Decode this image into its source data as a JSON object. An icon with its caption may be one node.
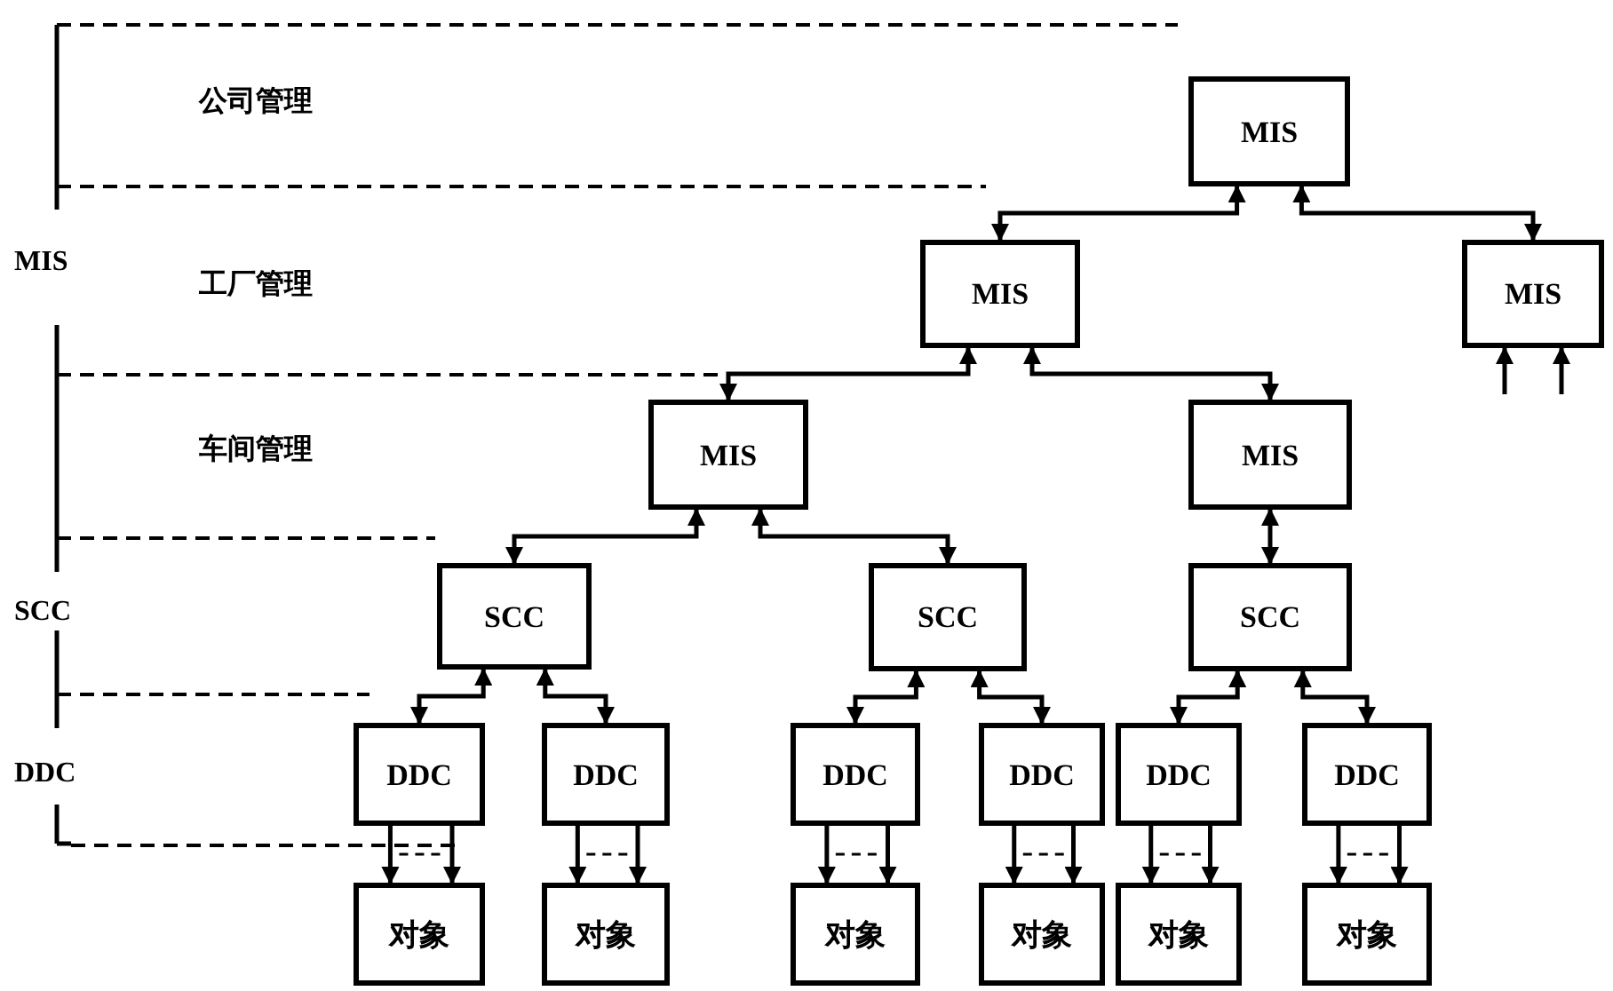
{
  "diagram": {
    "nodes": [
      {
        "text": [
          "MIS"
        ]
      },
      {
        "text": [
          "MIS"
        ]
      },
      {
        "text": [
          "MIS"
        ]
      },
      {
        "text": [
          "MIS"
        ]
      },
      {
        "text": [
          "MIS"
        ]
      },
      {
        "text": [
          "SCC"
        ]
      },
      {
        "text": [
          "SCC"
        ]
      },
      {
        "text": [
          "SCC"
        ]
      },
      {
        "text": [
          "DDC"
        ]
      },
      {
        "text": [
          "DDC"
        ]
      },
      {
        "text": [
          "DDC"
        ]
      },
      {
        "text": [
          "DDC"
        ]
      },
      {
        "text": [
          "DDC"
        ]
      },
      {
        "text": [
          "DDC"
        ]
      },
      {
        "text": [
          "对象"
        ]
      },
      {
        "text": [
          "对象"
        ]
      },
      {
        "text": [
          "对象"
        ]
      },
      {
        "text": [
          "对象"
        ]
      },
      {
        "text": [
          "对象"
        ]
      },
      {
        "text": [
          "对象"
        ]
      }
    ],
    "edges": [
      {
        "from": 0,
        "to": 1,
        "arrow": "both"
      },
      {
        "from": 0,
        "to": 2,
        "arrow": "both"
      },
      {
        "from": 1,
        "to": 3,
        "arrow": "both"
      },
      {
        "from": 1,
        "to": 4,
        "arrow": "both"
      },
      {
        "from": 3,
        "to": 5,
        "arrow": "both"
      },
      {
        "from": 3,
        "to": 6,
        "arrow": "both"
      },
      {
        "from": 4,
        "to": 7,
        "arrow": "both"
      },
      {
        "from": 5,
        "to": 8,
        "arrow": "both"
      },
      {
        "from": 5,
        "to": 9,
        "arrow": "both"
      },
      {
        "from": 6,
        "to": 10,
        "arrow": "both"
      },
      {
        "from": 6,
        "to": 11,
        "arrow": "both"
      },
      {
        "from": 7,
        "to": 12,
        "arrow": "both"
      },
      {
        "from": 7,
        "to": 13,
        "arrow": "both"
      },
      {
        "from": 8,
        "to": 14,
        "arrow": "to"
      },
      {
        "from": 8,
        "to": 14,
        "arrow": "to"
      },
      {
        "from": 9,
        "to": 15,
        "arrow": "to"
      },
      {
        "from": 9,
        "to": 15,
        "arrow": "to"
      },
      {
        "from": 10,
        "to": 16,
        "arrow": "to"
      },
      {
        "from": 10,
        "to": 16,
        "arrow": "to"
      },
      {
        "from": 11,
        "to": 17,
        "arrow": "to"
      },
      {
        "from": 11,
        "to": 17,
        "arrow": "to"
      },
      {
        "from": 12,
        "to": 18,
        "arrow": "to"
      },
      {
        "from": 12,
        "to": 18,
        "arrow": "to"
      },
      {
        "from": 13,
        "to": 19,
        "arrow": "to"
      },
      {
        "from": 13,
        "to": 19,
        "arrow": "to"
      },
      {
        "from": null,
        "to": 2,
        "arrow": "to"
      },
      {
        "from": null,
        "to": 2,
        "arrow": "to"
      }
    ],
    "labels": [
      "公司管理",
      "MIS",
      "工厂管理",
      "车间管理",
      "SCC",
      "DDC"
    ]
  }
}
